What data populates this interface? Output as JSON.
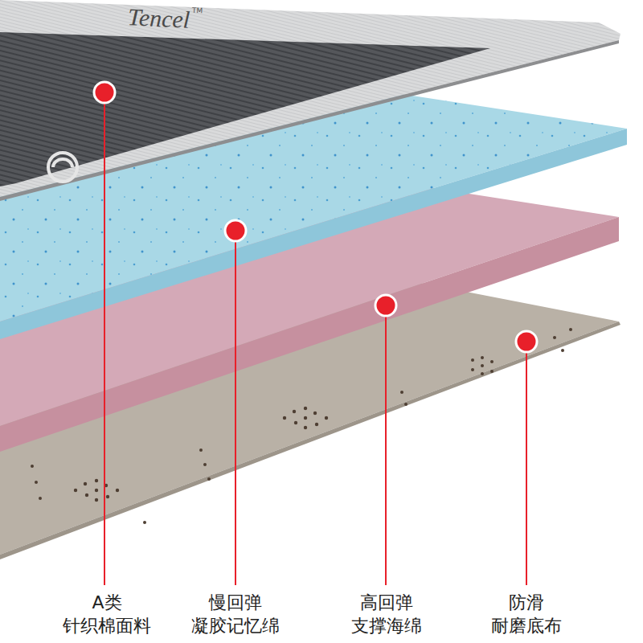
{
  "diagram": {
    "labels": [
      "Tencel",
      "TM",
      "A类 针织棉面料",
      "慢回弹 凝胶记忆绵",
      "高回弹 支撑海绵",
      "防滑 耐磨底布"
    ]
  }
}
